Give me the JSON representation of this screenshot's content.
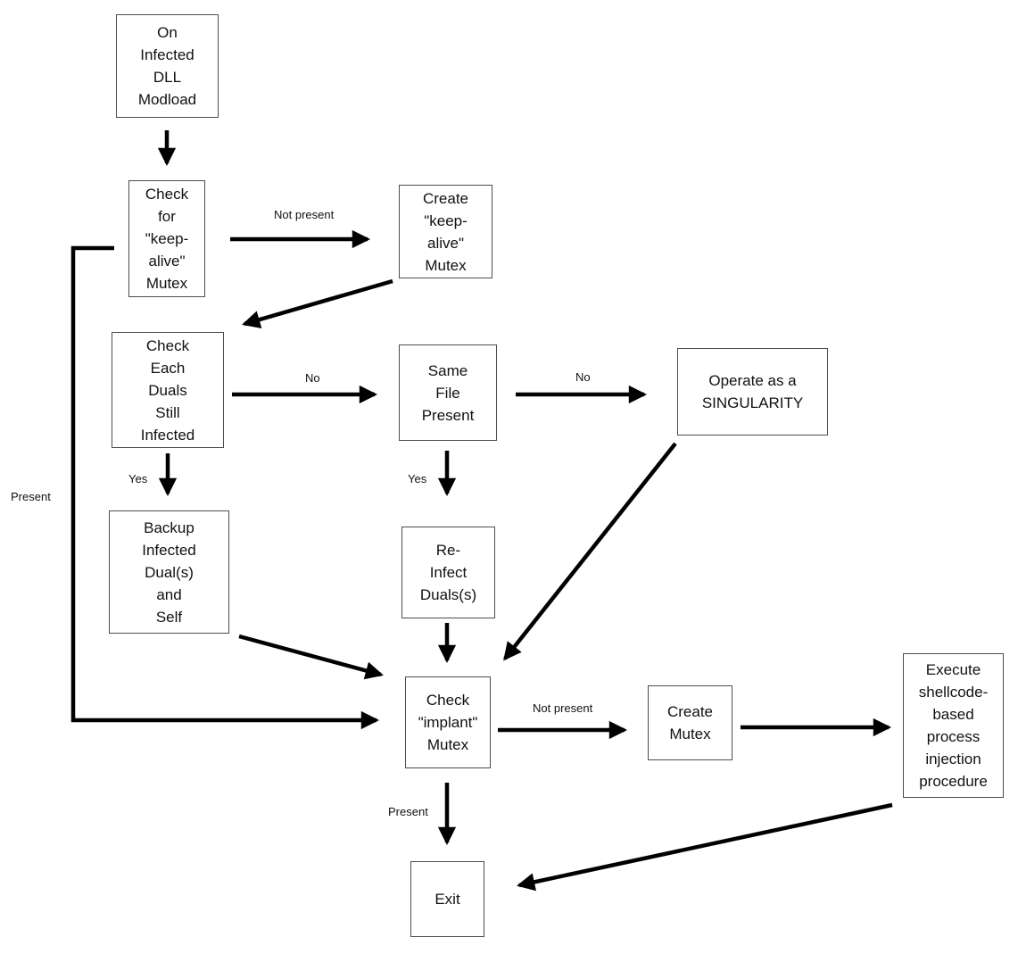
{
  "diagram": {
    "type": "flowchart",
    "background_color": "#ffffff",
    "arrow_color": "#000000",
    "box_border_color": "#4d4d4d",
    "text_color": "#111111",
    "nodes": {
      "on_infected": {
        "label": "On\nInfected\nDLL\nModload"
      },
      "check_keepalive": {
        "label": "Check\nfor\n\"keep-\nalive\"\nMutex"
      },
      "create_keepalive": {
        "label": "Create\n\"keep-\nalive\"\nMutex"
      },
      "check_duals": {
        "label": "Check\nEach\nDuals\nStill\nInfected"
      },
      "same_file": {
        "label": "Same\nFile\nPresent"
      },
      "singularity": {
        "label": "Operate as a\nSINGULARITY"
      },
      "backup": {
        "label": "Backup\nInfected\nDual(s)\nand\nSelf"
      },
      "reinfect": {
        "label": "Re-\nInfect\nDuals(s)"
      },
      "check_implant": {
        "label": "Check\n\"implant\"\nMutex"
      },
      "create_mutex": {
        "label": "Create\nMutex"
      },
      "execute_shellcode": {
        "label": "Execute\nshellcode-\nbased\nprocess\ninjection\nprocedure"
      },
      "exit": {
        "label": "Exit"
      }
    },
    "edge_labels": {
      "keepalive_not_present": "Not present",
      "duals_no": "No",
      "samefile_no": "No",
      "duals_yes": "Yes",
      "samefile_yes": "Yes",
      "keepalive_present": "Present",
      "implant_not_present": "Not present",
      "implant_present": "Present"
    }
  }
}
